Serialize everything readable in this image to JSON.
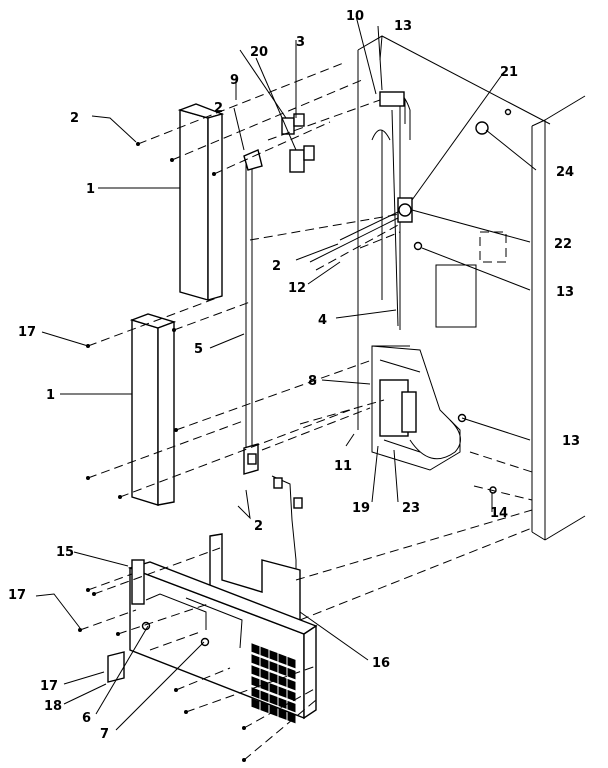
{
  "diagram": {
    "labels": {
      "l1a": "1",
      "l1b": "1",
      "l2a": "2",
      "l2b": "2",
      "l2c": "2",
      "l2d": "2",
      "l3": "3",
      "l4": "4",
      "l5": "5",
      "l6": "6",
      "l7": "7",
      "l8": "8",
      "l9": "9",
      "l10": "10",
      "l11": "11",
      "l12": "12",
      "l13a": "13",
      "l13b": "13",
      "l13c": "13",
      "l14": "14",
      "l15": "15",
      "l16": "16",
      "l17a": "17",
      "l17b": "17",
      "l17c": "17",
      "l18": "18",
      "l19": "19",
      "l20": "20",
      "l21": "21",
      "l22": "22",
      "l23": "23",
      "l24": "24"
    }
  }
}
